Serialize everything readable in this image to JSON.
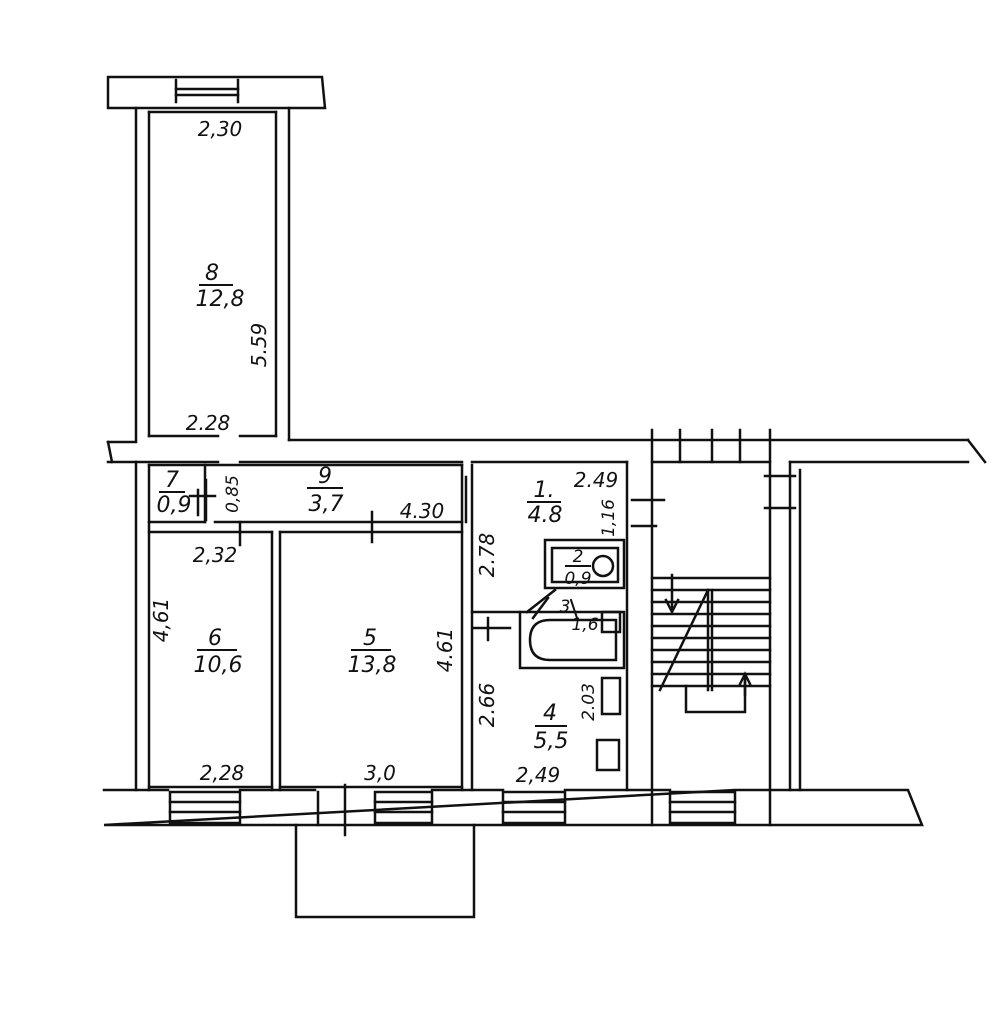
{
  "colors": {
    "ink": "#111111",
    "paper": "#ffffff"
  },
  "rooms": [
    {
      "id": "1",
      "number": "1.",
      "area": "4.8"
    },
    {
      "id": "2",
      "number": "2",
      "area": "0,9"
    },
    {
      "id": "3",
      "number": "3",
      "area": "1,6"
    },
    {
      "id": "4",
      "number": "4",
      "area": "5,5"
    },
    {
      "id": "5",
      "number": "5",
      "area": "13,8"
    },
    {
      "id": "6",
      "number": "6",
      "area": "10,6"
    },
    {
      "id": "7",
      "number": "7",
      "area": "0,9"
    },
    {
      "id": "8",
      "number": "8",
      "area": "12,8"
    },
    {
      "id": "9",
      "number": "9",
      "area": "3,7"
    }
  ],
  "dimensions": [
    {
      "id": "d8-top",
      "text": "2,30"
    },
    {
      "id": "d8-side",
      "text": "5.59"
    },
    {
      "id": "d8-bottom",
      "text": "2.28"
    },
    {
      "id": "d7",
      "text": "0,85"
    },
    {
      "id": "d9",
      "text": "4.30"
    },
    {
      "id": "d6-top",
      "text": "2,32"
    },
    {
      "id": "d6-side",
      "text": "4,61"
    },
    {
      "id": "d6-bottom",
      "text": "2,28"
    },
    {
      "id": "d5-side",
      "text": "4.61"
    },
    {
      "id": "d5-bottom",
      "text": "3,0"
    },
    {
      "id": "d1-top",
      "text": "2.49"
    },
    {
      "id": "d1-side",
      "text": "1,16"
    },
    {
      "id": "d-left-upper",
      "text": "2.78"
    },
    {
      "id": "d-left-lower",
      "text": "2.66"
    },
    {
      "id": "d4-side",
      "text": "2.03"
    },
    {
      "id": "d4-bottom",
      "text": "2,49"
    }
  ]
}
